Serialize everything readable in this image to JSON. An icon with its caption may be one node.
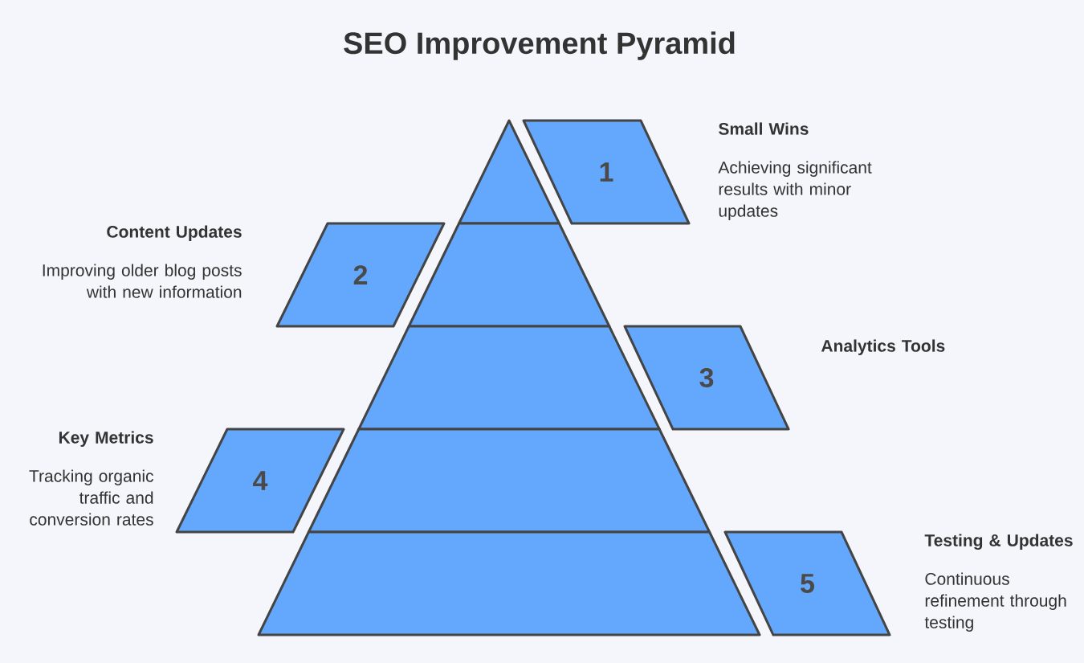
{
  "diagram": {
    "title": "SEO Improvement Pyramid",
    "nodes": [
      {
        "text": [
          "1"
        ],
        "beside": [
          "Small Wins",
          "Achieving significant results with minor updates"
        ]
      },
      {
        "text": [
          "2"
        ],
        "beside": [
          "Content Updates",
          "Improving older blog posts with new information"
        ]
      },
      {
        "text": [
          "3"
        ],
        "beside": [
          "Analytics Tools"
        ]
      },
      {
        "text": [
          "4"
        ],
        "beside": [
          "Key Metrics",
          "Tracking organic traffic and conversion rates"
        ]
      },
      {
        "text": [
          "5"
        ],
        "beside": [
          "Testing & Updates",
          "Continuous refinement through testing"
        ]
      }
    ]
  }
}
